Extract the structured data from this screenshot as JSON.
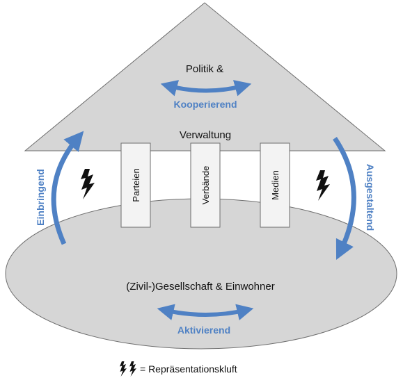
{
  "colors": {
    "shape_fill": "#d6d6d6",
    "shape_stroke": "#6e6e6e",
    "pillar_fill": "#f3f3f3",
    "accent_blue": "#4f81c4",
    "lightning": "#111111"
  },
  "roof": {
    "top_label": "Politik &",
    "bottom_label": "Verwaltung",
    "arrow_label": "Kooperierend"
  },
  "pillars": [
    {
      "label": "Parteien"
    },
    {
      "label": "Verbände"
    },
    {
      "label": "Medien"
    }
  ],
  "side_arrows": {
    "left_label": "Einbringend",
    "right_label": "Ausgestaltend"
  },
  "base": {
    "label": "(Zivil-)Gesellschaft & Einwohner",
    "arrow_label": "Aktivierend"
  },
  "legend": {
    "text": "= Repräsentationskluft",
    "icon": "lightning-bolt-icon"
  }
}
